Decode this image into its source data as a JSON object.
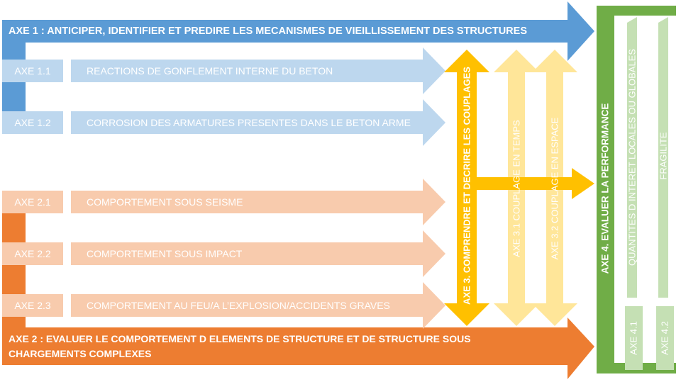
{
  "colors": {
    "blue": "#5b9bd5",
    "light_blue": "#bdd7ee",
    "orange": "#ed7d31",
    "light_orange": "#f8cbad",
    "gold": "#ffc000",
    "light_gold": "#ffe699",
    "green": "#70ad47",
    "light_green": "#c5e0b4"
  },
  "axe1": {
    "title": "AXE 1 : ANTICIPER, IDENTIFIER ET PREDIRE LES MECANISMES DE VIEILLISSEMENT DES STRUCTURES",
    "sub": [
      {
        "code": "AXE 1.1",
        "label": "REACTIONS DE GONFLEMENT INTERNE DU BETON"
      },
      {
        "code": "AXE 1.2",
        "label": "CORROSION DES ARMATURES PRESENTES DANS LE BETON ARME"
      }
    ]
  },
  "axe2": {
    "title_line1": "AXE 2 : EVALUER LE COMPORTEMENT D ELEMENTS DE STRUCTURE ET DE STRUCTURE SOUS",
    "title_line2": "CHARGEMENTS COMPLEXES",
    "sub": [
      {
        "code": "AXE 2.1",
        "label": "COMPORTEMENT SOUS SEISME"
      },
      {
        "code": "AXE 2.2",
        "label": "COMPORTEMENT SOUS IMPACT"
      },
      {
        "code": "AXE 2.3",
        "label": "COMPORTEMENT AU FEU/A L’EXPLOSION/ACCIDENTS GRAVES"
      }
    ]
  },
  "axe3": {
    "title": "AXE 3. COMPRENDRE ET DECRIRE LES COUPLAGES",
    "sub": [
      {
        "label": "AXE 3.1 COUPLAGE EN TEMPS"
      },
      {
        "label": "AXE 3.2 COUPLAGE EN ESPACE"
      }
    ]
  },
  "axe4": {
    "title": "AXE 4. EVALUER LA PERFORMANCE",
    "sub": [
      {
        "code": "AXE 4.1",
        "label": "QUANTITES D INTERET LOCALES OU GLOBALES"
      },
      {
        "code": "AXE 4.2",
        "label": "FRAGILITE"
      }
    ]
  }
}
